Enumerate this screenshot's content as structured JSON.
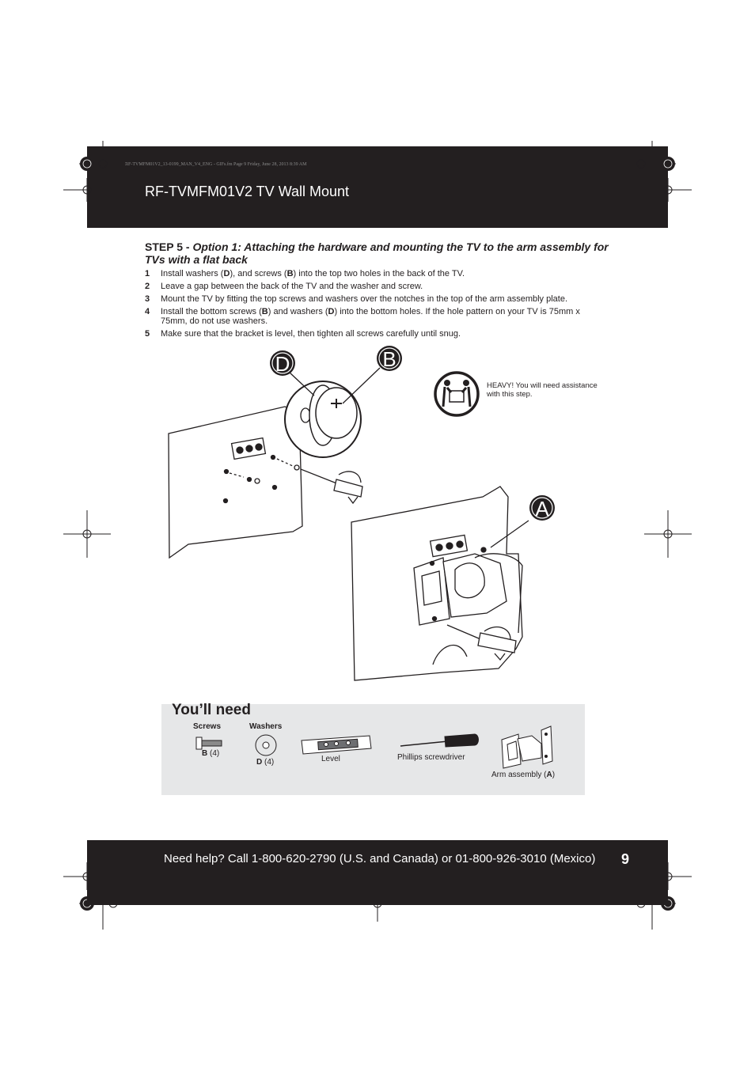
{
  "header": {
    "slug": "RF-TVMFM01V2_13-0199_MAN_V4_ENG - GIFs.fm  Page 9  Friday, June 28, 2013  8:39 AM",
    "title": "RF-TVMFM01V2  TV Wall Mount"
  },
  "step": {
    "prefix": "STEP 5 - ",
    "option_title": "Option 1: Attaching the hardware and mounting the TV to the arm assembly for TVs with a flat back",
    "items": [
      {
        "num": "1",
        "parts": [
          "Install washers (",
          "D",
          "), and screws (",
          "B",
          ") into the top two holes in the back of the TV."
        ]
      },
      {
        "num": "2",
        "parts": [
          "Leave a gap between the back of the TV and the washer and screw."
        ]
      },
      {
        "num": "3",
        "parts": [
          "Mount the TV by fitting the top screws and washers over the notches in the top of the arm assembly plate."
        ]
      },
      {
        "num": "4",
        "parts": [
          "Install the bottom screws (",
          "B",
          ") and washers (",
          "D",
          ") into the bottom holes. If the hole pattern on your TV is 75mm x 75mm, do not use washers."
        ]
      },
      {
        "num": "5",
        "parts": [
          "Make sure that the bracket is level, then tighten all screws carefully until snug."
        ]
      }
    ]
  },
  "illustration": {
    "callouts": [
      "D",
      "B",
      "A"
    ],
    "heavy_note": "HEAVY! You will need assistance with this step."
  },
  "needs": {
    "title": "You’ll need",
    "screws_heading": "Screws",
    "washers_heading": "Washers",
    "screw_letter": "B",
    "screw_qty": " (4)",
    "washer_letter": "D",
    "washer_qty": " (4)",
    "level_label": "Level",
    "screwdriver_label": "Phillips screwdriver",
    "arm_label_prefix": "Arm assembly (",
    "arm_letter": "A",
    "arm_label_suffix": ")"
  },
  "footer": {
    "help": "Need help? Call 1-800-620-2790 (U.S. and Canada) or 01-800-926-3010 (Mexico)",
    "page_number": "9"
  }
}
